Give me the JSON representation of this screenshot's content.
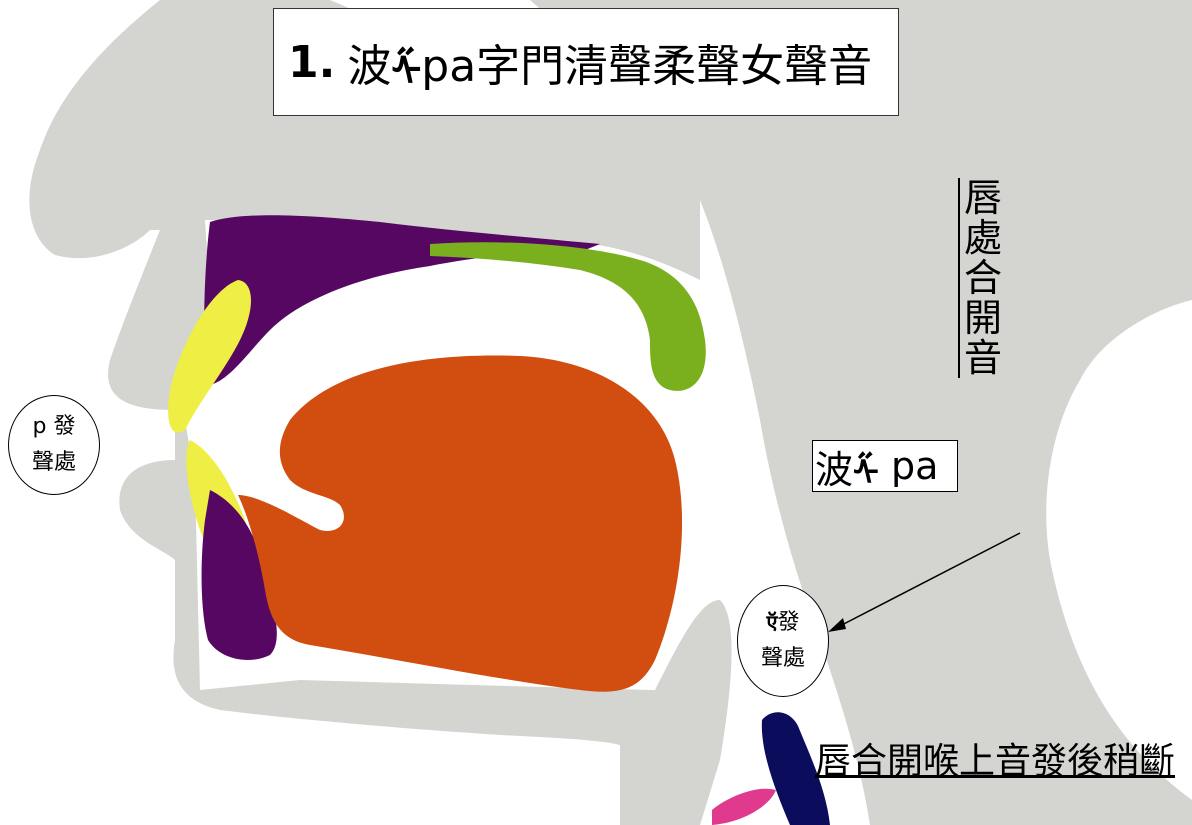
{
  "title": {
    "number": "1.",
    "text_before": "波",
    "siddham": "ᠱ",
    "text_after": "pa字門清聲柔聲女聲音"
  },
  "vertical_label": [
    "唇",
    "處",
    "合",
    "開",
    "音"
  ],
  "pa_label": {
    "text": "波",
    "siddham": "ᠱ",
    "roman": " pa"
  },
  "bubble_left": {
    "line1": "p 發",
    "line2": "聲處"
  },
  "bubble_right": {
    "siddham": "ऍ",
    "line1": "發",
    "line2": "聲處"
  },
  "bottom_label": "唇合開喉上音發後稍斷",
  "colors": {
    "anatomy_gray": "#d4d4d0",
    "palate_purple": "#560762",
    "soft_palate_green": "#7ab01e",
    "tongue_orange": "#d24e10",
    "lips_yellow": "#eeee44",
    "epiglottis_navy": "#0c0c5c",
    "pink": "#e03a8e"
  }
}
